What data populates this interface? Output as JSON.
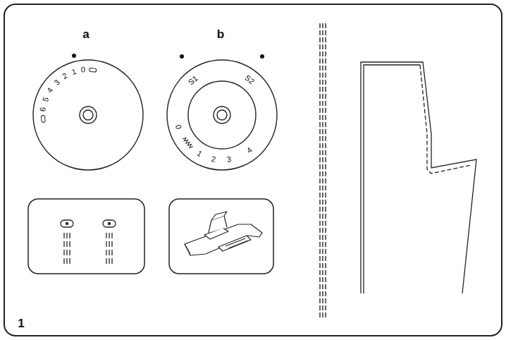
{
  "diagram": {
    "labels": [
      "a",
      "b",
      "0",
      "1",
      "2",
      "3",
      "4",
      "5",
      "6",
      "S1",
      "S2",
      "0",
      "1",
      "2",
      "3",
      "4",
      "1"
    ]
  }
}
